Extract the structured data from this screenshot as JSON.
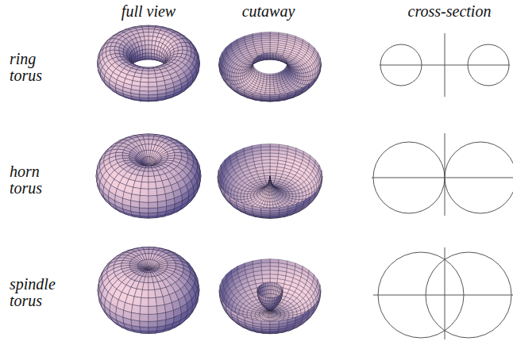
{
  "diagram": {
    "labels": [
      "full view",
      "cutaway",
      "cross-section",
      "ring torus",
      "horn torus",
      "spindle torus"
    ]
  }
}
